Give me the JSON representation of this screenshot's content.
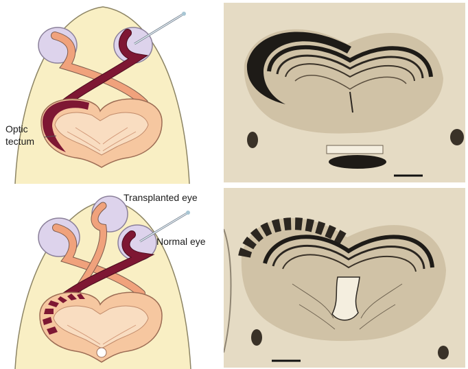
{
  "labels": {
    "optic": "Optic",
    "tectum": "tectum",
    "transplanted_eye": "Transplanted eye",
    "normal_eye": "Normal eye"
  },
  "colors": {
    "head": "#f9efc4",
    "head_outline": "#8c8464",
    "eye": "#ddd3ec",
    "eye_outline": "#8a7f99",
    "nerve_light": "#f0a27c",
    "nerve_dark": "#7e1733",
    "tectum_fill": "#f6c7a0",
    "tectum_inner": "#f9ddc1",
    "micrograph_bg": "#ece3cf",
    "micrograph_ink": "#1e1b17"
  },
  "icons": [
    "injection-pipette-icon"
  ]
}
